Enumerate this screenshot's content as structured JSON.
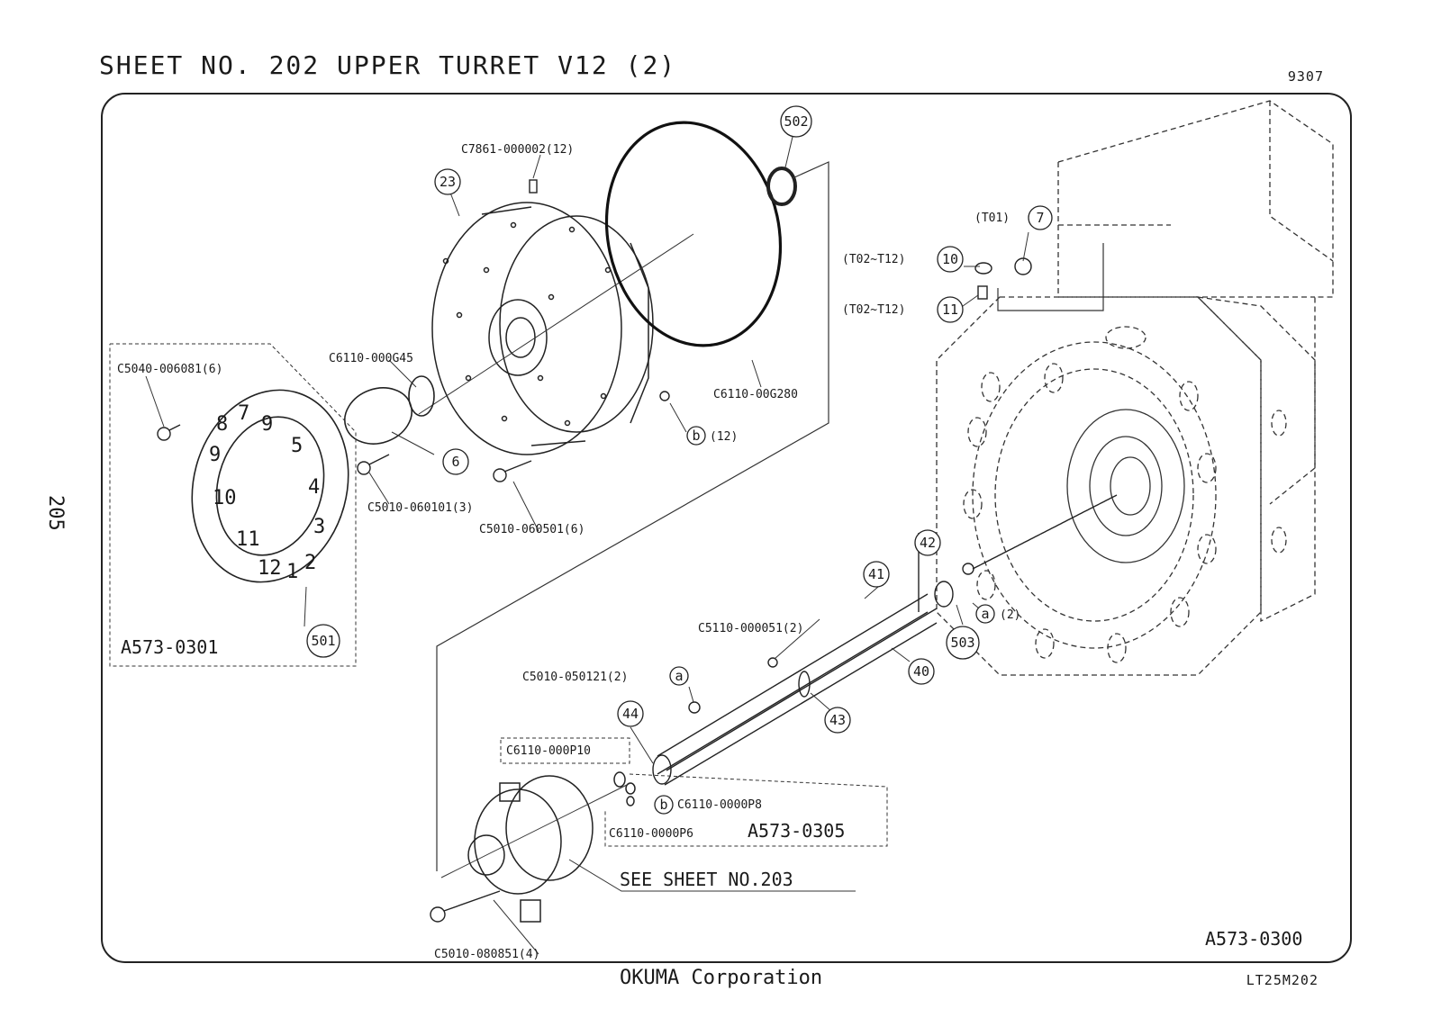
{
  "header": {
    "title": "SHEET NO. 202  UPPER TURRET V12 (2)",
    "code": "9307",
    "page_number": "205"
  },
  "footer": {
    "company": "OKUMA Corporation",
    "drawing_id": "LT25M202"
  },
  "part_numbers": {
    "c7861": "C7861-000002(12)",
    "c5040": "C5040-006081(6)",
    "c6110_g45": "C6110-000G45",
    "c6110_g280": "C6110-00G280",
    "c5010_060101": "C5010-060101(3)",
    "c5010_060501": "C5010-060501(6)",
    "c5110": "C5110-000051(2)",
    "c5010_050121": "C5010-050121(2)",
    "c6110_p10": "C6110-000P10",
    "c6110_p8": "C6110-0000P8",
    "c6110_p6": "C6110-0000P6",
    "c5010_080851": "C5010-080851(4)"
  },
  "assemblies": {
    "a0301": "A573-0301",
    "a0305": "A573-0305",
    "a0300": "A573-0300",
    "see_sheet": "SEE SHEET NO.203"
  },
  "callouts": {
    "b23": "23",
    "b502": "502",
    "b7": "7",
    "b10": "10",
    "b11": "11",
    "b6": "6",
    "b501": "501",
    "b42": "42",
    "b41": "41",
    "b40": "40",
    "b503": "503",
    "b43": "43",
    "b44": "44",
    "mark_b": "b",
    "mark_a": "a",
    "b_qty": "(12)",
    "a_qty": "(2)",
    "t01": "(T01)",
    "t02a": "(T02~T12)",
    "t02b": "(T02~T12)"
  },
  "plate_numbers": [
    "9",
    "5",
    "4",
    "3",
    "2",
    "1",
    "12",
    "11",
    "10",
    "9",
    "8",
    "7"
  ]
}
